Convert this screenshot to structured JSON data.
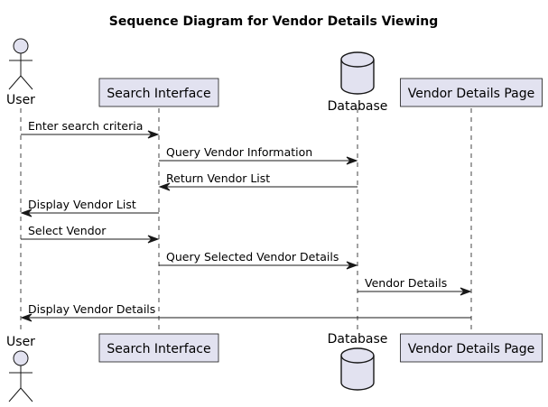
{
  "title": "Sequence Diagram for Vendor Details Viewing",
  "colors": {
    "participant_fill": "#e2e2f0",
    "participant_stroke": "#181818",
    "lifeline": "#181818",
    "arrow": "#181818"
  },
  "participants": [
    {
      "id": "user",
      "label": "User",
      "kind": "actor"
    },
    {
      "id": "search",
      "label": "Search Interface",
      "kind": "box"
    },
    {
      "id": "db",
      "label": "Database",
      "kind": "database"
    },
    {
      "id": "page",
      "label": "Vendor Details Page",
      "kind": "box"
    }
  ],
  "messages": [
    {
      "from": "user",
      "to": "search",
      "label": "Enter search criteria"
    },
    {
      "from": "search",
      "to": "db",
      "label": "Query Vendor Information"
    },
    {
      "from": "db",
      "to": "search",
      "label": "Return Vendor List"
    },
    {
      "from": "search",
      "to": "user",
      "label": "Display Vendor List"
    },
    {
      "from": "user",
      "to": "search",
      "label": "Select Vendor"
    },
    {
      "from": "search",
      "to": "db",
      "label": "Query Selected Vendor Details"
    },
    {
      "from": "db",
      "to": "page",
      "label": "Vendor Details"
    },
    {
      "from": "page",
      "to": "user",
      "label": "Display Vendor Details"
    }
  ]
}
